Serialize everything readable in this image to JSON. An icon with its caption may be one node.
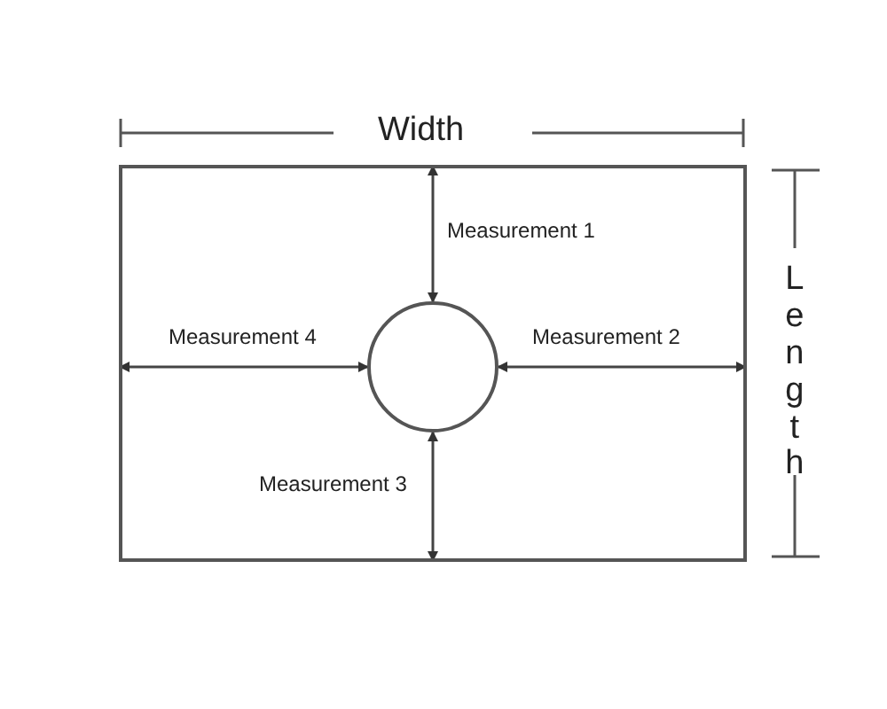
{
  "diagram": {
    "nodes": [
      {
        "text": [],
        "shape": "box"
      },
      {
        "text": [],
        "shape": "circle",
        "in": 0
      }
    ],
    "edges": [
      {
        "from": 1,
        "to": 0,
        "arrow": "both",
        "label": "Measurement 1"
      },
      {
        "from": 1,
        "to": 0,
        "arrow": "both",
        "label": "Measurement 2"
      },
      {
        "from": 1,
        "to": 0,
        "arrow": "both",
        "label": "Measurement 3"
      },
      {
        "from": 1,
        "to": 0,
        "arrow": "both",
        "label": "Measurement 4"
      }
    ],
    "labels": [
      "Width",
      "Length"
    ]
  }
}
